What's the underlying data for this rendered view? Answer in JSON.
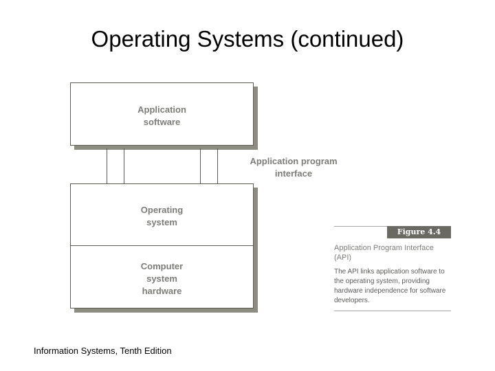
{
  "slide": {
    "title": "Operating Systems (continued)",
    "footer": "Information Systems, Tenth Edition"
  },
  "diagram": {
    "application_software": "Application\nsoftware",
    "api_label": "Application program\ninterface",
    "operating_system": "Operating\nsystem",
    "computer_hardware": "Computer\nsystem\nhardware"
  },
  "figure": {
    "number": "Figure 4.4",
    "title": "Application Program Interface (API)",
    "description": "The API links application software to the operating system, providing hardware independence for software developers."
  }
}
